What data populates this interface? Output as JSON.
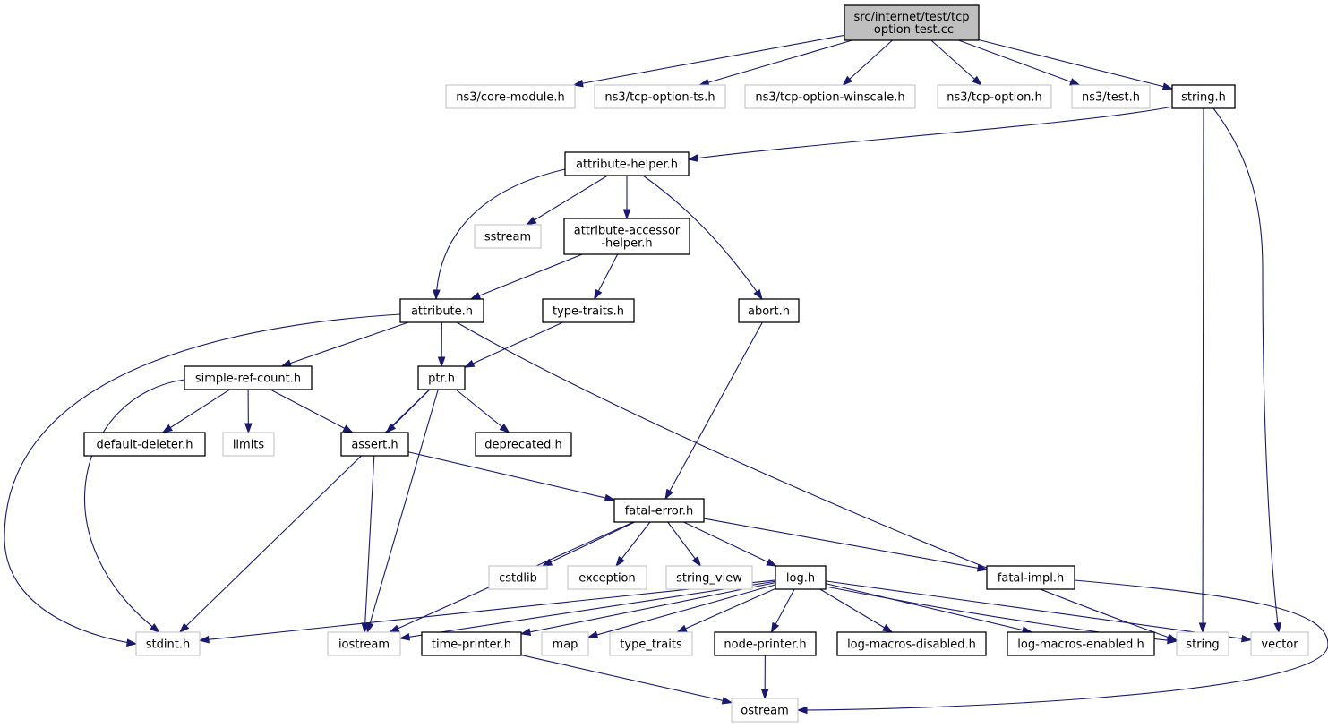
{
  "graph": {
    "title": "src/internet/test/tcp-option-test.cc",
    "nodes": [
      {
        "id": "root",
        "lines": [
          "src/internet/test/tcp",
          "-option-test.cc"
        ],
        "kind": "root"
      },
      {
        "id": "core_module",
        "lines": [
          "ns3/core-module.h"
        ],
        "kind": "external"
      },
      {
        "id": "tcp_option_ts",
        "lines": [
          "ns3/tcp-option-ts.h"
        ],
        "kind": "external"
      },
      {
        "id": "tcp_option_winscale",
        "lines": [
          "ns3/tcp-option-winscale.h"
        ],
        "kind": "external"
      },
      {
        "id": "tcp_option",
        "lines": [
          "ns3/tcp-option.h"
        ],
        "kind": "external"
      },
      {
        "id": "test_h",
        "lines": [
          "ns3/test.h"
        ],
        "kind": "external"
      },
      {
        "id": "string_h",
        "lines": [
          "string.h"
        ],
        "kind": "documented"
      },
      {
        "id": "attribute_helper",
        "lines": [
          "attribute-helper.h"
        ],
        "kind": "documented"
      },
      {
        "id": "sstream",
        "lines": [
          "sstream"
        ],
        "kind": "external"
      },
      {
        "id": "attribute_accessor_helper",
        "lines": [
          "attribute-accessor",
          "-helper.h"
        ],
        "kind": "documented"
      },
      {
        "id": "abort_h",
        "lines": [
          "abort.h"
        ],
        "kind": "documented"
      },
      {
        "id": "attribute_h",
        "lines": [
          "attribute.h"
        ],
        "kind": "documented"
      },
      {
        "id": "type_traits_h",
        "lines": [
          "type-traits.h"
        ],
        "kind": "documented"
      },
      {
        "id": "simple_ref_count",
        "lines": [
          "simple-ref-count.h"
        ],
        "kind": "documented"
      },
      {
        "id": "ptr_h",
        "lines": [
          "ptr.h"
        ],
        "kind": "documented"
      },
      {
        "id": "default_deleter",
        "lines": [
          "default-deleter.h"
        ],
        "kind": "documented"
      },
      {
        "id": "limits",
        "lines": [
          "limits"
        ],
        "kind": "external"
      },
      {
        "id": "assert_h",
        "lines": [
          "assert.h"
        ],
        "kind": "documented"
      },
      {
        "id": "deprecated_h",
        "lines": [
          "deprecated.h"
        ],
        "kind": "documented"
      },
      {
        "id": "fatal_error",
        "lines": [
          "fatal-error.h"
        ],
        "kind": "documented"
      },
      {
        "id": "cstdlib",
        "lines": [
          "cstdlib"
        ],
        "kind": "external"
      },
      {
        "id": "exception",
        "lines": [
          "exception"
        ],
        "kind": "external"
      },
      {
        "id": "string_view",
        "lines": [
          "string_view"
        ],
        "kind": "external"
      },
      {
        "id": "log_h",
        "lines": [
          "log.h"
        ],
        "kind": "documented"
      },
      {
        "id": "fatal_impl",
        "lines": [
          "fatal-impl.h"
        ],
        "kind": "documented"
      },
      {
        "id": "stdint",
        "lines": [
          "stdint.h"
        ],
        "kind": "external"
      },
      {
        "id": "iostream",
        "lines": [
          "iostream"
        ],
        "kind": "external"
      },
      {
        "id": "time_printer",
        "lines": [
          "time-printer.h"
        ],
        "kind": "documented"
      },
      {
        "id": "map",
        "lines": [
          "map"
        ],
        "kind": "external"
      },
      {
        "id": "type_traits",
        "lines": [
          "type_traits"
        ],
        "kind": "external"
      },
      {
        "id": "node_printer",
        "lines": [
          "node-printer.h"
        ],
        "kind": "documented"
      },
      {
        "id": "log_macros_disabled",
        "lines": [
          "log-macros-disabled.h"
        ],
        "kind": "documented"
      },
      {
        "id": "log_macros_enabled",
        "lines": [
          "log-macros-enabled.h"
        ],
        "kind": "documented"
      },
      {
        "id": "string",
        "lines": [
          "string"
        ],
        "kind": "external"
      },
      {
        "id": "vector",
        "lines": [
          "vector"
        ],
        "kind": "external"
      },
      {
        "id": "ostream",
        "lines": [
          "ostream"
        ],
        "kind": "external"
      }
    ],
    "edges": [
      [
        "root",
        "core_module"
      ],
      [
        "root",
        "tcp_option_ts"
      ],
      [
        "root",
        "tcp_option_winscale"
      ],
      [
        "root",
        "tcp_option"
      ],
      [
        "root",
        "test_h"
      ],
      [
        "root",
        "string_h"
      ],
      [
        "string_h",
        "attribute_helper"
      ],
      [
        "string_h",
        "string"
      ],
      [
        "string_h",
        "vector"
      ],
      [
        "attribute_helper",
        "attribute_h"
      ],
      [
        "attribute_helper",
        "sstream"
      ],
      [
        "attribute_helper",
        "attribute_accessor_helper"
      ],
      [
        "attribute_helper",
        "abort_h"
      ],
      [
        "attribute_accessor_helper",
        "attribute_h"
      ],
      [
        "attribute_accessor_helper",
        "type_traits_h"
      ],
      [
        "attribute_h",
        "stdint"
      ],
      [
        "attribute_h",
        "simple_ref_count"
      ],
      [
        "attribute_h",
        "ptr_h"
      ],
      [
        "attribute_h",
        "string"
      ],
      [
        "type_traits_h",
        "ptr_h"
      ],
      [
        "abort_h",
        "fatal_error"
      ],
      [
        "simple_ref_count",
        "stdint"
      ],
      [
        "simple_ref_count",
        "default_deleter"
      ],
      [
        "simple_ref_count",
        "limits"
      ],
      [
        "simple_ref_count",
        "assert_h"
      ],
      [
        "ptr_h",
        "stdint"
      ],
      [
        "ptr_h",
        "assert_h"
      ],
      [
        "ptr_h",
        "deprecated_h"
      ],
      [
        "ptr_h",
        "iostream"
      ],
      [
        "assert_h",
        "iostream"
      ],
      [
        "assert_h",
        "fatal_error"
      ],
      [
        "fatal_error",
        "iostream"
      ],
      [
        "fatal_error",
        "cstdlib"
      ],
      [
        "fatal_error",
        "exception"
      ],
      [
        "fatal_error",
        "string_view"
      ],
      [
        "fatal_error",
        "log_h"
      ],
      [
        "fatal_error",
        "fatal_impl"
      ],
      [
        "fatal_impl",
        "ostream"
      ],
      [
        "log_h",
        "stdint"
      ],
      [
        "log_h",
        "iostream"
      ],
      [
        "log_h",
        "time_printer"
      ],
      [
        "log_h",
        "map"
      ],
      [
        "log_h",
        "type_traits"
      ],
      [
        "log_h",
        "node_printer"
      ],
      [
        "log_h",
        "log_macros_disabled"
      ],
      [
        "log_h",
        "log_macros_enabled"
      ],
      [
        "log_h",
        "string"
      ],
      [
        "log_h",
        "vector"
      ],
      [
        "time_printer",
        "ostream"
      ],
      [
        "node_printer",
        "ostream"
      ]
    ]
  }
}
